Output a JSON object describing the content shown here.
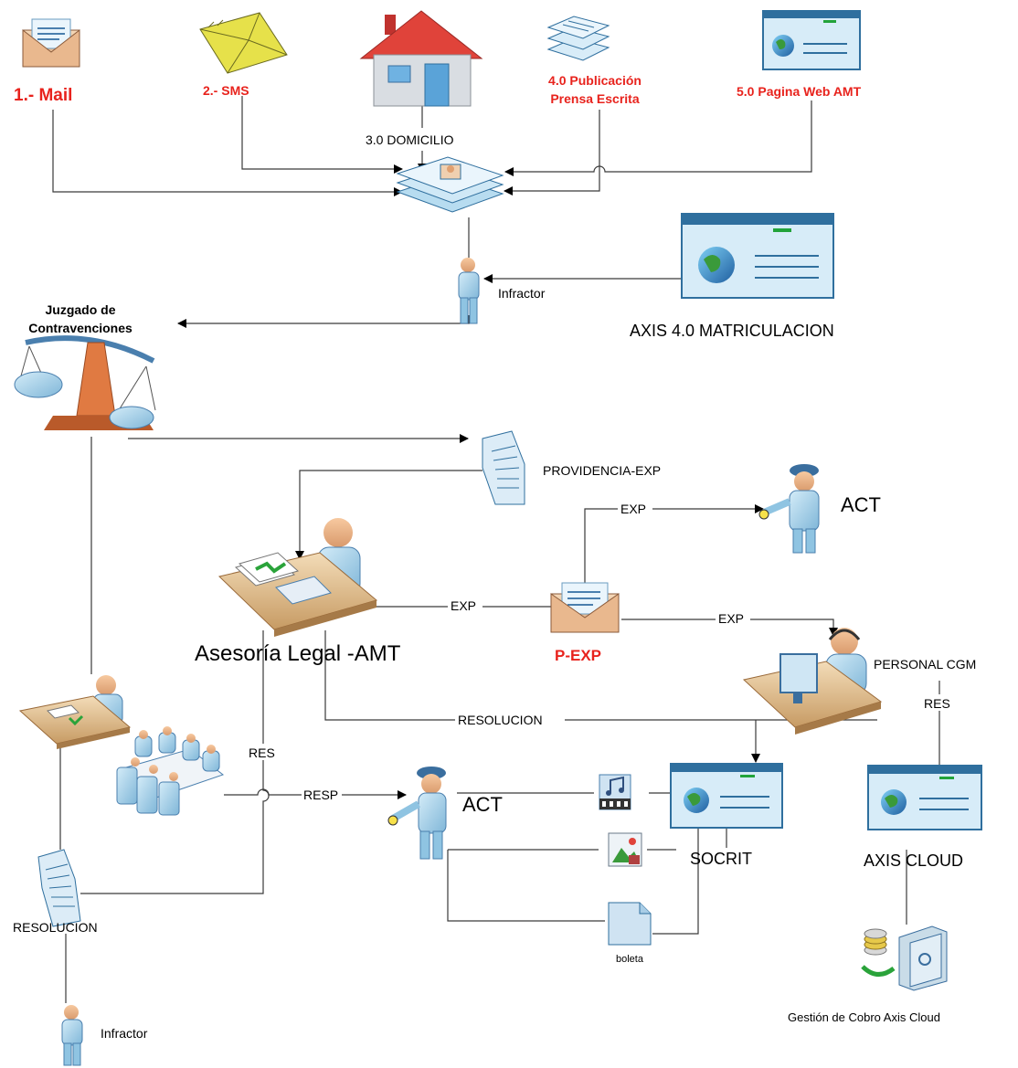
{
  "labels": {
    "mail": "1.- Mail",
    "sms": "2.- SMS",
    "domicilio": "3.0 DOMICILIO",
    "prensa_line1": "4.0 Publicación",
    "prensa_line2": "Prensa Escrita",
    "web": "5.0 Pagina Web AMT",
    "infractor_top": "Infractor",
    "axis_matric": "AXIS 4.0 MATRICULACION",
    "juzgado_line1": "Juzgado de",
    "juzgado_line2": "Contravenciones",
    "providencia": "PROVIDENCIA-EXP",
    "act_top": "ACT",
    "exp_to_act": "EXP",
    "exp_to_pexp": "EXP",
    "exp_to_cgm": "EXP",
    "asesoria": "Asesoría Legal -AMT",
    "pexp": "P-EXP",
    "personal_cgm": "PERSONAL CGM",
    "res_cgm": "RES",
    "resolucion_mid": "RESOLUCION",
    "res_left": "RES",
    "resp": "RESP",
    "act_bottom": "ACT",
    "socrit": "SOCRIT",
    "axis_cloud": "AXIS CLOUD",
    "boleta": "boleta",
    "resolucion_doc": "RESOLUCION",
    "infractor_bottom": "Infractor",
    "gestion_cobro": "Gestión de Cobro Axis Cloud"
  },
  "colors": {
    "accent_red": "#e8231d",
    "icon_blue": "#a9d3ea",
    "icon_dark_blue": "#2f6f9e",
    "line": "#3a3a3a"
  },
  "icons": [
    "envelope-icon",
    "sms-envelope-icon",
    "house-icon",
    "document-stack-icon",
    "web-window-icon",
    "person-icon",
    "scales-icon",
    "officer-icon",
    "desk-worker-icon",
    "meeting-icon",
    "operator-icon",
    "media-file-icon",
    "image-file-icon",
    "safe-icon",
    "coins-icon"
  ]
}
